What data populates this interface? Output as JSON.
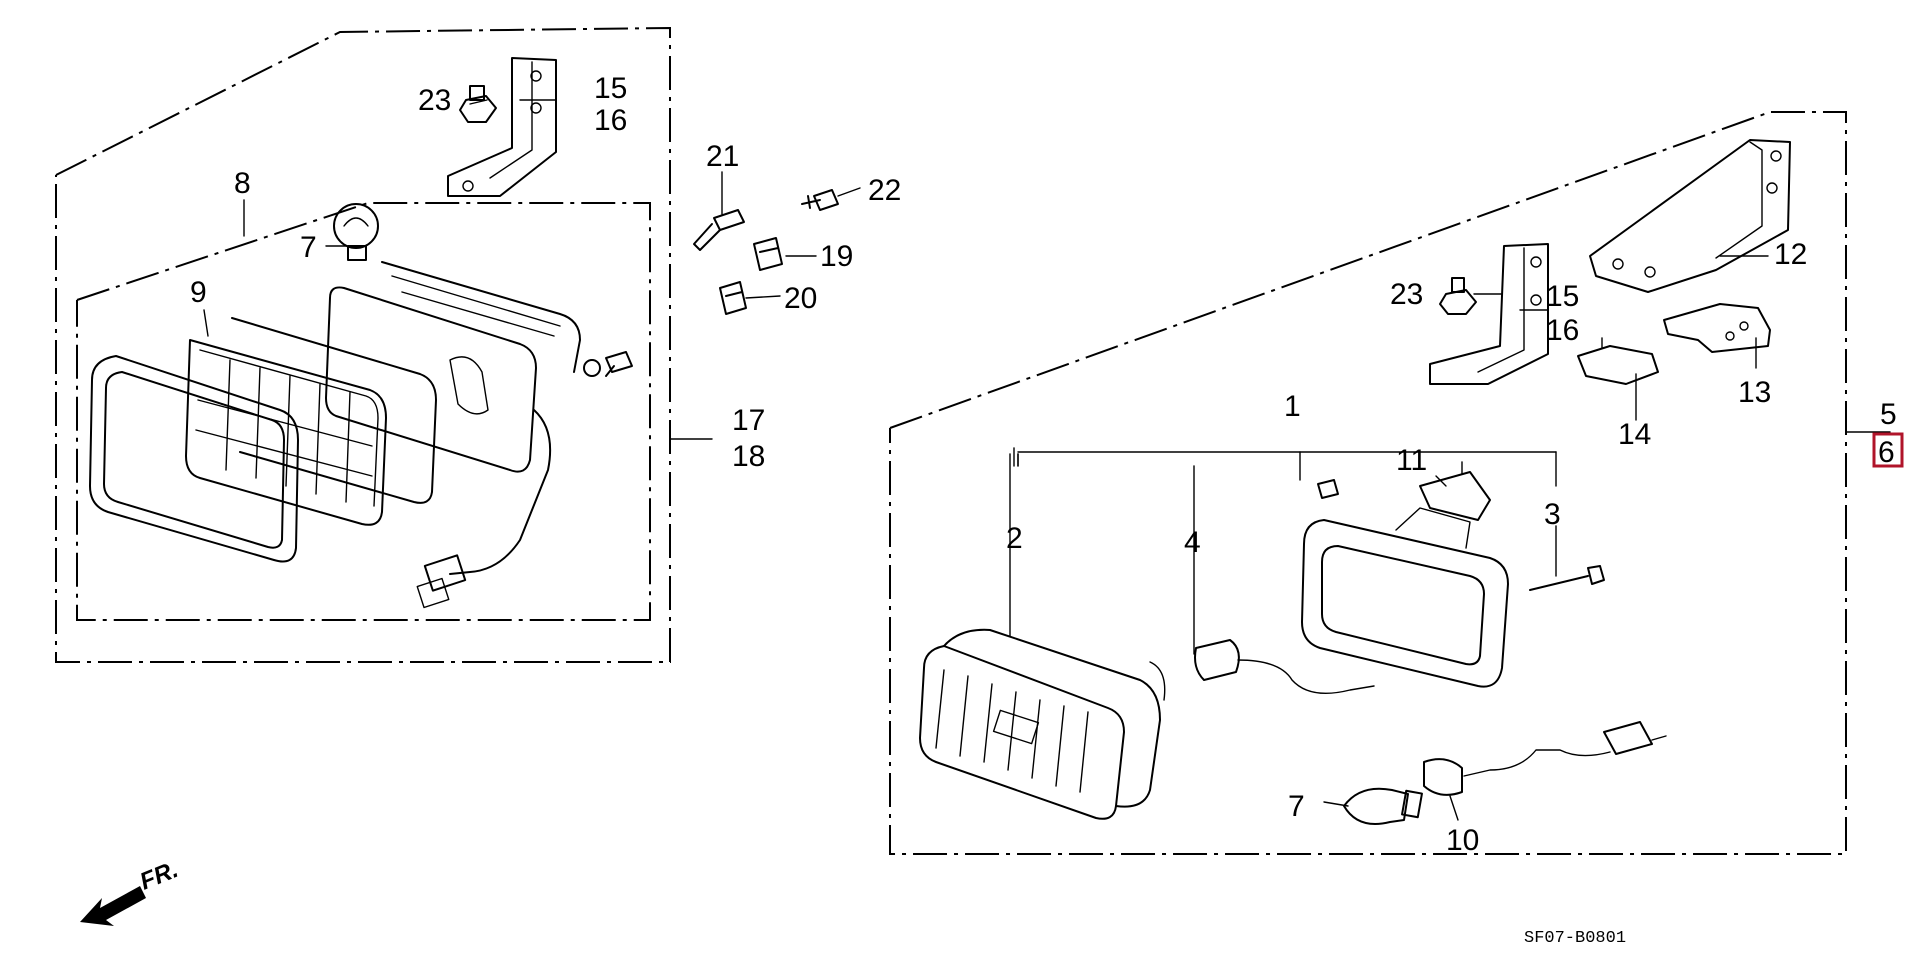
{
  "callouts": {
    "c1": "1",
    "c2": "2",
    "c3": "3",
    "c4": "4",
    "c5": "5",
    "c6": "6",
    "c7a": "7",
    "c7b": "7",
    "c8": "8",
    "c9": "9",
    "c10": "10",
    "c11": "11",
    "c12": "12",
    "c13": "13",
    "c14": "14",
    "c15a": "15",
    "c16a": "16",
    "c15b": "15",
    "c16b": "16",
    "c17": "17",
    "c18": "18",
    "c19": "19",
    "c20": "20",
    "c21": "21",
    "c22": "22",
    "c23a": "23",
    "c23b": "23"
  },
  "highlight_color": "#b0142a",
  "direction_label": "FR.",
  "drawing_code": "SF07-B0801"
}
